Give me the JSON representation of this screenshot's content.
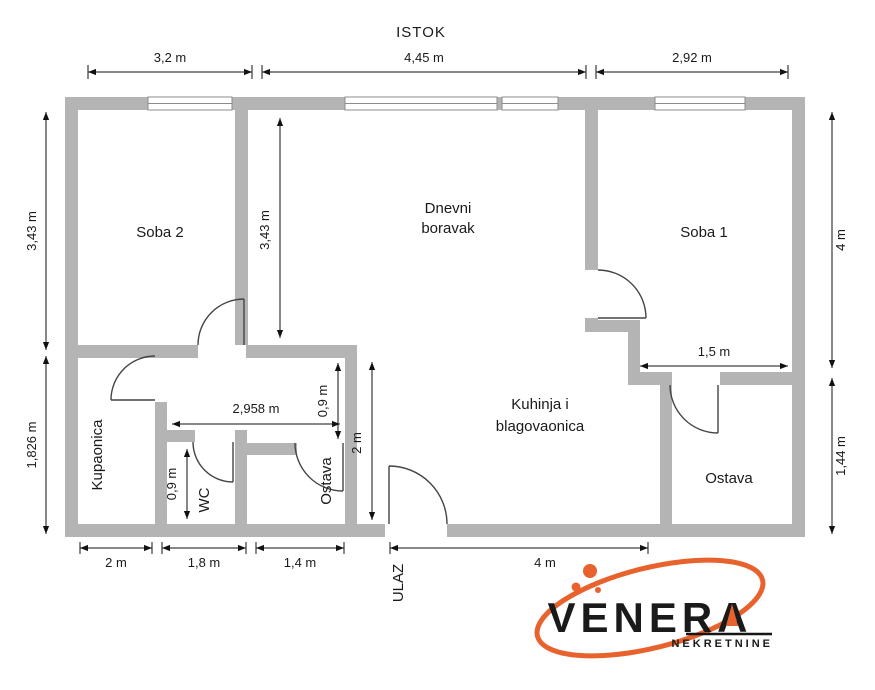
{
  "header": {
    "title": "ISTOK"
  },
  "rooms": {
    "soba2": "Soba 2",
    "dnevni_line1": "Dnevni",
    "dnevni_line2": "boravak",
    "soba1": "Soba 1",
    "kuhinja_line1": "Kuhinja i",
    "kuhinja_line2": "blagovaonica",
    "kupaonica": "Kupaonica",
    "wc": "WC",
    "ostava_left": "Ostava",
    "ostava_right": "Ostava"
  },
  "dims": {
    "top_left": "3,2 m",
    "top_mid": "4,45 m",
    "top_right": "2,92 m",
    "left_upper": "3,43 m",
    "left_lower": "1,826 m",
    "right_upper": "4 m",
    "right_lower": "1,44 m",
    "bottom_1": "2 m",
    "bottom_2": "1,8 m",
    "bottom_3": "1,4 m",
    "bottom_4": "4 m",
    "interior_dnevni_height": "3,43 m",
    "interior_hall_width": "2,958 m",
    "interior_hall_depth": "0,9 m",
    "interior_wc_width": "0,9 m",
    "interior_entry_depth": "2 m",
    "interior_soba1_niche": "1,5 m"
  },
  "entrance": {
    "label": "ULAZ"
  },
  "logo": {
    "brand": "VENERA",
    "tagline": "NEKRETNINE"
  },
  "colors": {
    "wall": "#b4b4b4",
    "line": "#111111",
    "accent": "#e8622d"
  }
}
